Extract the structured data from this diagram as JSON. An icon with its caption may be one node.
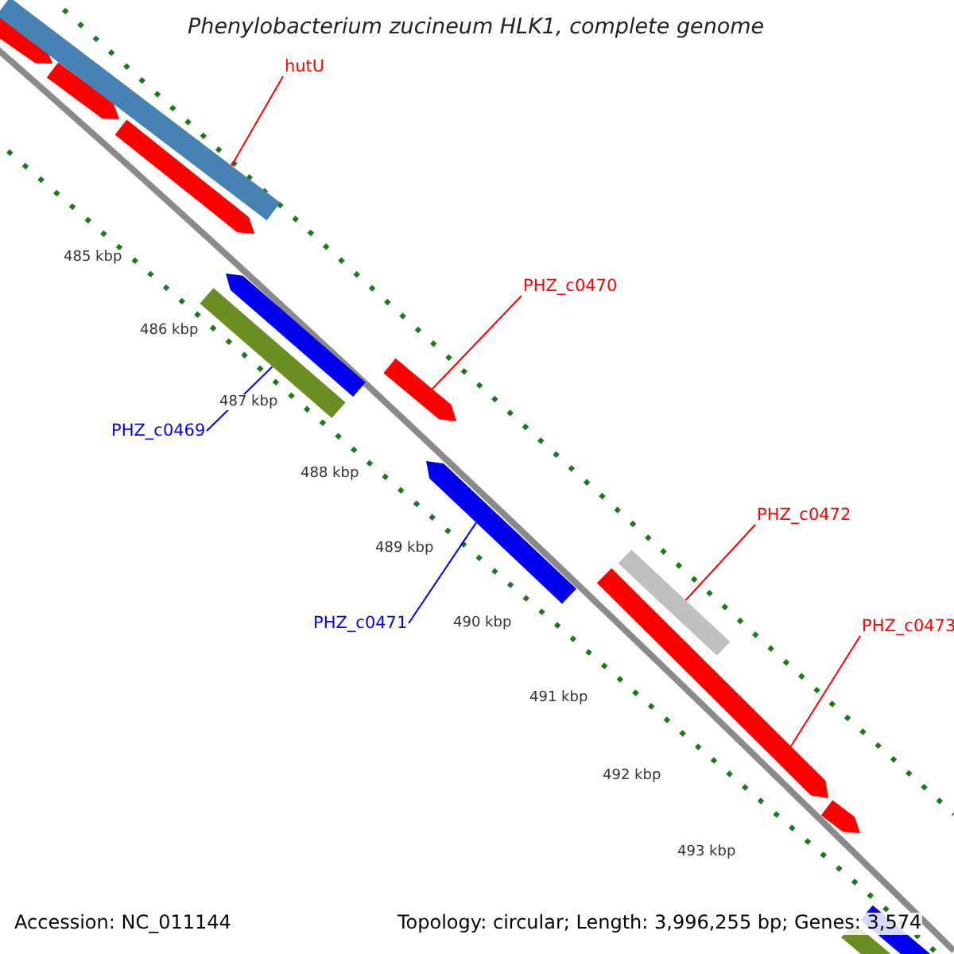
{
  "diagram": {
    "title": "Phenylobacterium zucineum HLK1, complete genome",
    "nodes": [
      {
        "text": [
          "hutU"
        ]
      },
      {
        "text": [],
        "shape": "bar"
      },
      {
        "text": [
          "PHZ_c0470"
        ]
      },
      {
        "text": [],
        "shape": "bar"
      },
      {
        "text": [
          "PHZ_c0469"
        ]
      },
      {
        "text": [],
        "shape": "bar"
      },
      {
        "text": [
          "PHZ_c0472"
        ]
      },
      {
        "text": [],
        "shape": "bar"
      },
      {
        "text": [
          "PHZ_c0471"
        ]
      },
      {
        "text": [],
        "shape": "bar"
      },
      {
        "text": [
          "PHZ_c0473"
        ]
      },
      {
        "text": [],
        "shape": "bar"
      }
    ],
    "edges": [
      {
        "from": 0,
        "to": 1,
        "arrow": "none"
      },
      {
        "from": 2,
        "to": 3,
        "arrow": "none"
      },
      {
        "from": 4,
        "to": 5,
        "arrow": "none",
        "color": "#0000ee"
      },
      {
        "from": 6,
        "to": 7,
        "arrow": "none"
      },
      {
        "from": 8,
        "to": 9,
        "arrow": "none",
        "color": "#0000ee"
      },
      {
        "from": 10,
        "to": 11,
        "arrow": "none"
      }
    ],
    "labels": [
      "485 kbp",
      "486 kbp",
      "487 kbp",
      "488 kbp",
      "489 kbp",
      "490 kbp",
      "491 kbp",
      "492 kbp",
      "493 kbp",
      "Accession: NC_011144",
      "Topology: circular; Length: 3,996,255 bp; Genes: 3,574"
    ]
  }
}
